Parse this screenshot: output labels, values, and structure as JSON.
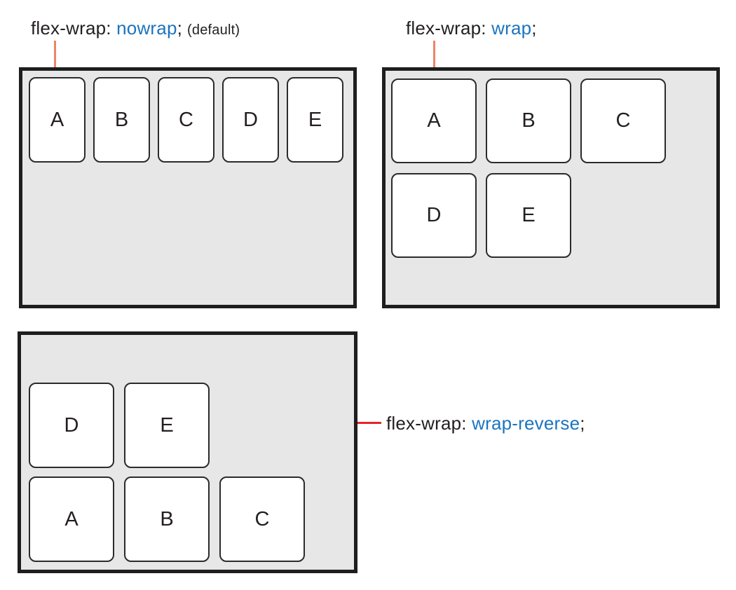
{
  "colors": {
    "label_blue": "#1C74BF",
    "text": "#231F20",
    "container_fill": "#E7E7E7",
    "container_border": "#1E1E1E",
    "item_border": "#2B2B2B",
    "item_fill": "#FFFFFF",
    "connector_top": "#EE8465",
    "connector_bottom": "#E8242A"
  },
  "panels": {
    "nowrap": {
      "label": {
        "prefix": "flex-wrap: ",
        "value": "nowrap",
        "suffix": ";",
        "note": "(default)"
      },
      "items": [
        "A",
        "B",
        "C",
        "D",
        "E"
      ]
    },
    "wrap": {
      "label": {
        "prefix": "flex-wrap: ",
        "value": "wrap",
        "suffix": ";"
      },
      "row1": [
        "A",
        "B",
        "C"
      ],
      "row2": [
        "D",
        "E"
      ]
    },
    "wrap_reverse": {
      "label": {
        "prefix": "flex-wrap: ",
        "value": "wrap-reverse",
        "suffix": ";"
      },
      "row1": [
        "D",
        "E"
      ],
      "row2": [
        "A",
        "B",
        "C"
      ]
    }
  }
}
